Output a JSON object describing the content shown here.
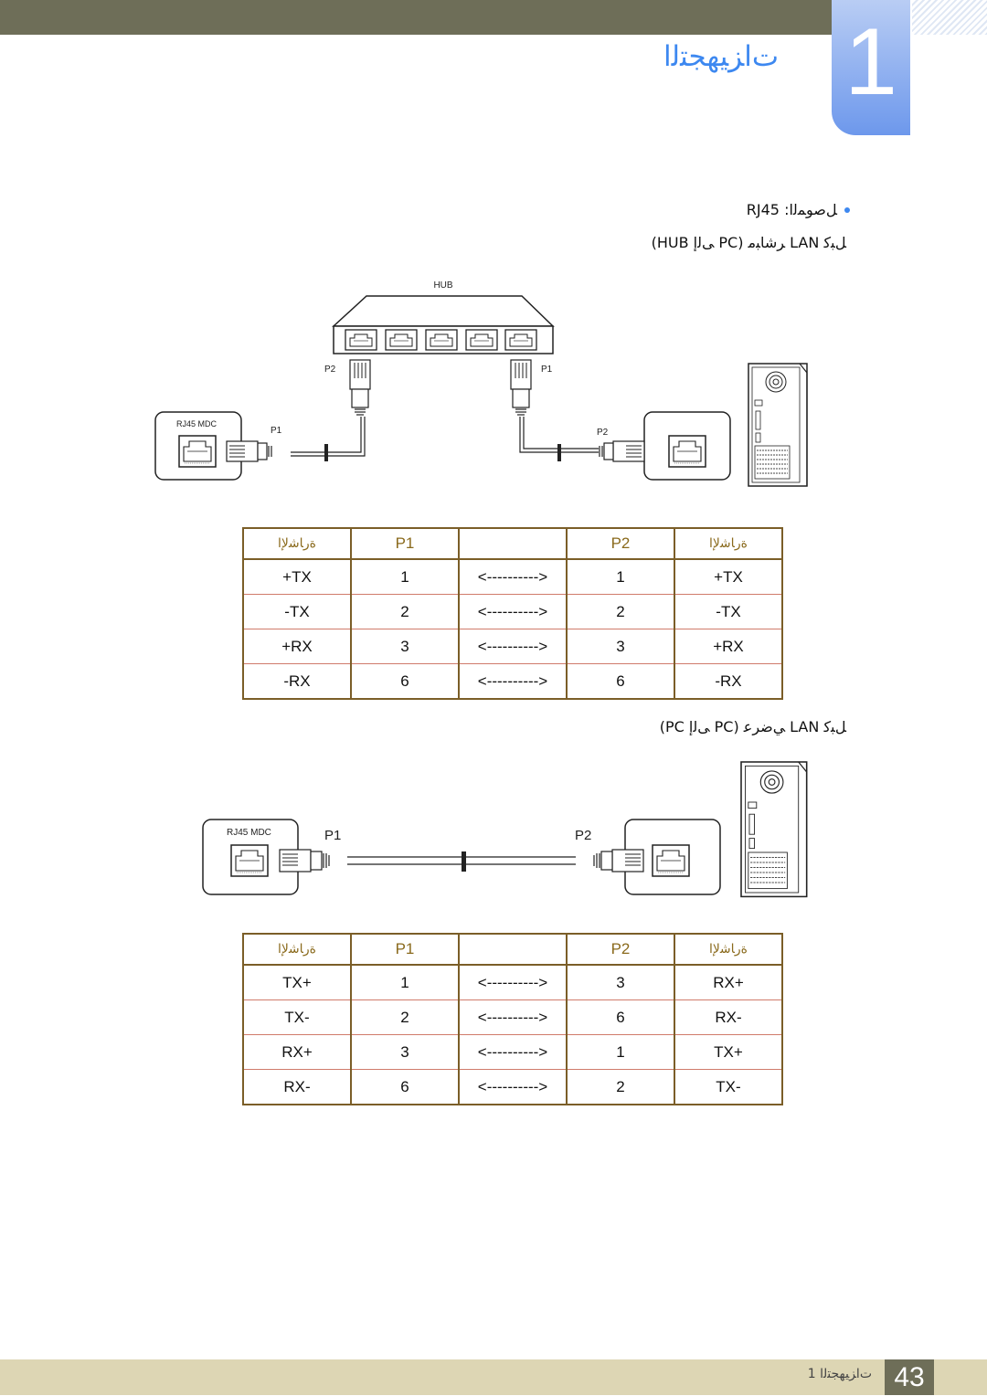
{
  "header": {
    "chapter_number": "1",
    "chapter_title": "ﺕﺍﺰﻴﻬﺠﺘﻟﺍ"
  },
  "content": {
    "bullet_text": "RJ45 :ﻞﺻﻮﻤﻟﺍ",
    "section1_title": "(HUB ﻰﻟﺇ PC) ﺮﺷﺎﺒﻣ LAN ﻞﺒﻛ",
    "section2_title": "(PC ﻰﻟﺇ PC) ﻲﺿﺮﻋ LAN ﻞﺒﻛ"
  },
  "diagram1": {
    "hub_label": "HUB",
    "left_port_label": "RJ45 MDC",
    "hub_left_plug": "P2",
    "hub_right_plug": "P1",
    "cable_left_plug": "P1",
    "cable_right_plug": "P2"
  },
  "diagram2": {
    "left_port_label": "RJ45 MDC",
    "left_plug": "P1",
    "right_plug": "P2"
  },
  "table1": {
    "headers": [
      "ﺓﺭﺎﺷﻹﺍ",
      "P1",
      "",
      "P2",
      "ﺓﺭﺎﺷﻹﺍ"
    ],
    "rows": [
      [
        "+TX",
        "1",
        "<---------->",
        "1",
        "+TX"
      ],
      [
        "-TX",
        "2",
        "<---------->",
        "2",
        "-TX"
      ],
      [
        "+RX",
        "3",
        "<---------->",
        "3",
        "+RX"
      ],
      [
        "-RX",
        "6",
        "<---------->",
        "6",
        "-RX"
      ]
    ]
  },
  "table2": {
    "headers": [
      "ﺓﺭﺎﺷﻹﺍ",
      "P1",
      "",
      "P2",
      "ﺓﺭﺎﺷﻹﺍ"
    ],
    "rows": [
      [
        "TX+",
        "1",
        "<---------->",
        "3",
        "RX+"
      ],
      [
        "TX-",
        "2",
        "<---------->",
        "6",
        "RX-"
      ],
      [
        "RX+",
        "3",
        "<---------->",
        "1",
        "TX+"
      ],
      [
        "RX-",
        "6",
        "<---------->",
        "2",
        "TX-"
      ]
    ]
  },
  "footer": {
    "page_number": "43",
    "chapter_ref": "ﺕﺍﺰﻴﻬﺠﺘﻟﺍ 1"
  },
  "colors": {
    "accent_blue": "#3d88f0",
    "header_bar": "#6e6e58",
    "table_border": "#7b5e28",
    "table_inner": "#d07b6b",
    "footer_bg": "#ddd6b4"
  }
}
